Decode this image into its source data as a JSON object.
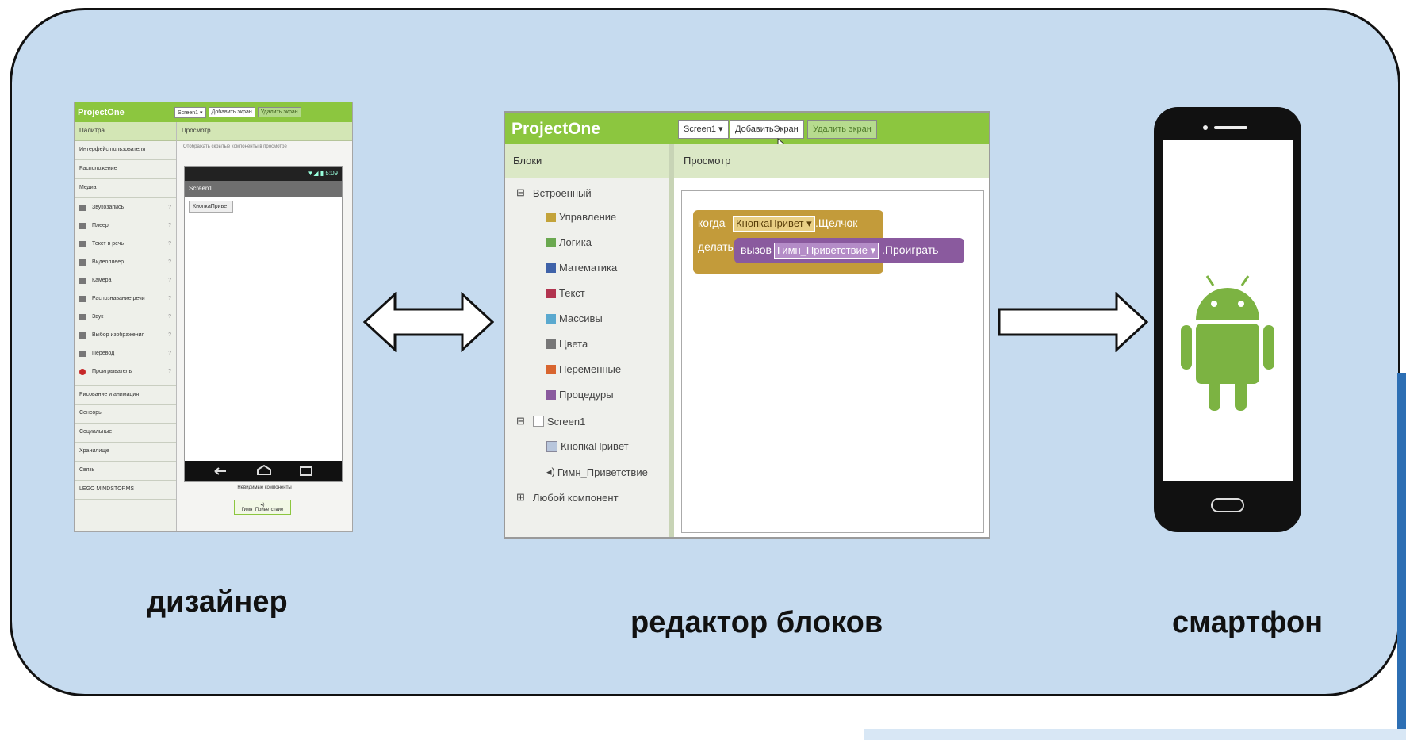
{
  "labels": {
    "designer": "дизайнер",
    "blocks_editor": "редактор блоков",
    "smartphone": "смартфон"
  },
  "designer": {
    "app_name": "ProjectOne",
    "buttons": [
      "Screen1 ▾",
      "Добавить экран",
      "Удалить экран"
    ],
    "palette_header": "Палитра",
    "viewer_header": "Просмотр",
    "categories_top": [
      "Интерфейс пользователя",
      "Расположение",
      "Медиа"
    ],
    "media_items": [
      "Звукозапись",
      "Плеер",
      "Текст в речь",
      "Видеоплеер",
      "Камера",
      "Распознавание речи",
      "Звук",
      "Выбор изображения",
      "Перевод",
      "Проигрыватель"
    ],
    "categories_bottom": [
      "Рисование и анимация",
      "Сенсоры",
      "Социальные",
      "Хранилище",
      "Связь",
      "LEGO MINDSTORMS"
    ],
    "viewer_hint": "Отображать скрытые компоненты в просмотре",
    "phone_title": "Screen1",
    "phone_button": "КнопкаПривет",
    "status_text": "▼◢ ▮ 5:09",
    "nonvisible_label": "Невидимые компоненты",
    "nonvisible_item": "Гимн_Приветствие"
  },
  "editor": {
    "app_name": "ProjectOne",
    "btn_screen": "Screen1 ▾",
    "btn_add": "ДобавитьЭкран",
    "btn_remove": "Удалить экран",
    "blocks_header": "Блоки",
    "viewer_header": "Просмотр",
    "builtin_label": "Встроенный",
    "builtin_items": [
      {
        "label": "Управление",
        "color": "#c3a33a"
      },
      {
        "label": "Логика",
        "color": "#6aa84f"
      },
      {
        "label": "Математика",
        "color": "#3f62a8"
      },
      {
        "label": "Текст",
        "color": "#b2344f"
      },
      {
        "label": "Массивы",
        "color": "#5aa9cf"
      },
      {
        "label": "Цвета",
        "color": "#777777"
      },
      {
        "label": "Переменные",
        "color": "#d8652f"
      },
      {
        "label": "Процедуры",
        "color": "#8a5a9e"
      }
    ],
    "screen_label": "Screen1",
    "component_button": "КнопкаПривет",
    "component_sound": "Гимн_Приветствие",
    "any_component": "Любой компонент",
    "block_when": "когда",
    "block_component": "КнопкаПривет ▾",
    "block_event": ".Щелчок",
    "block_do": "делать",
    "block_call": "вызов",
    "block_sound": "Гимн_Приветствие ▾",
    "block_method": ".Проиграть"
  },
  "colors": {
    "panel_bg": "#c6dbef",
    "appinventor_green": "#8cc63f",
    "android_green": "#7cb342"
  }
}
